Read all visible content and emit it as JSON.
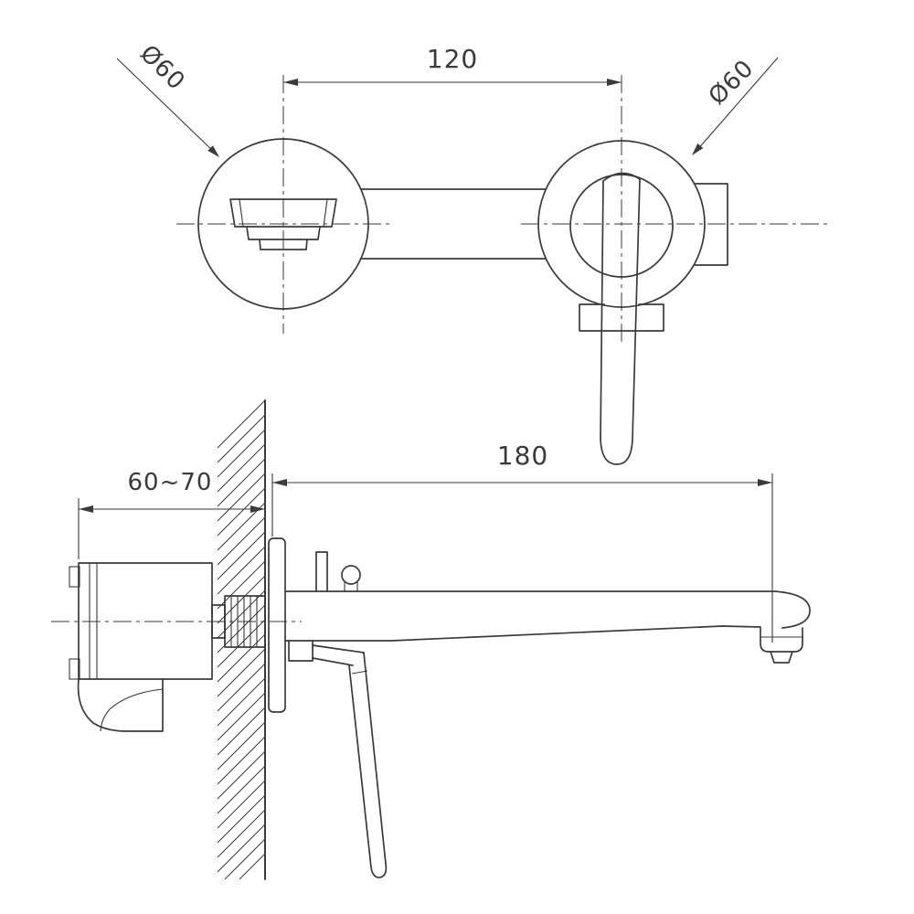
{
  "colors": {
    "background": "#ffffff",
    "line": "#3a3a3a"
  },
  "front_view": {
    "dim_center_distance": "120",
    "dim_left_escutcheon_diameter": "Ø60",
    "dim_right_escutcheon_diameter": "Ø60"
  },
  "side_view": {
    "dim_wall_depth": "60~70",
    "dim_spout_reach": "180"
  }
}
